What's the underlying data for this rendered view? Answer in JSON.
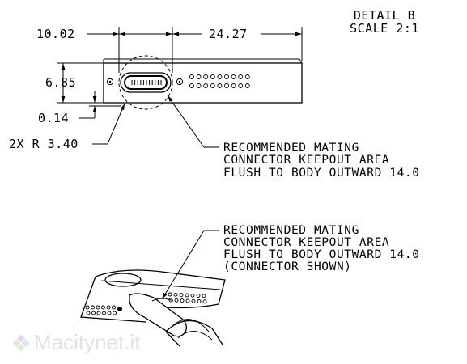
{
  "header": {
    "detail": "DETAIL B",
    "scale": "SCALE 2:1"
  },
  "dimensions": {
    "width": "10.02",
    "offset": "24.27",
    "height": "6.85",
    "recess": "0.14",
    "radius": "2X R 3.40"
  },
  "callout1": {
    "line1": "RECOMMENDED MATING",
    "line2": "CONNECTOR KEEPOUT AREA",
    "line3": "FLUSH TO BODY OUTWARD 14.0"
  },
  "callout2": {
    "line1": "RECOMMENDED MATING",
    "line2": "CONNECTOR KEEPOUT AREA",
    "line3": "FLUSH TO BODY OUTWARD 14.0",
    "line4": "(CONNECTOR SHOWN)"
  },
  "watermark": {
    "text": "Macitynet.it"
  }
}
